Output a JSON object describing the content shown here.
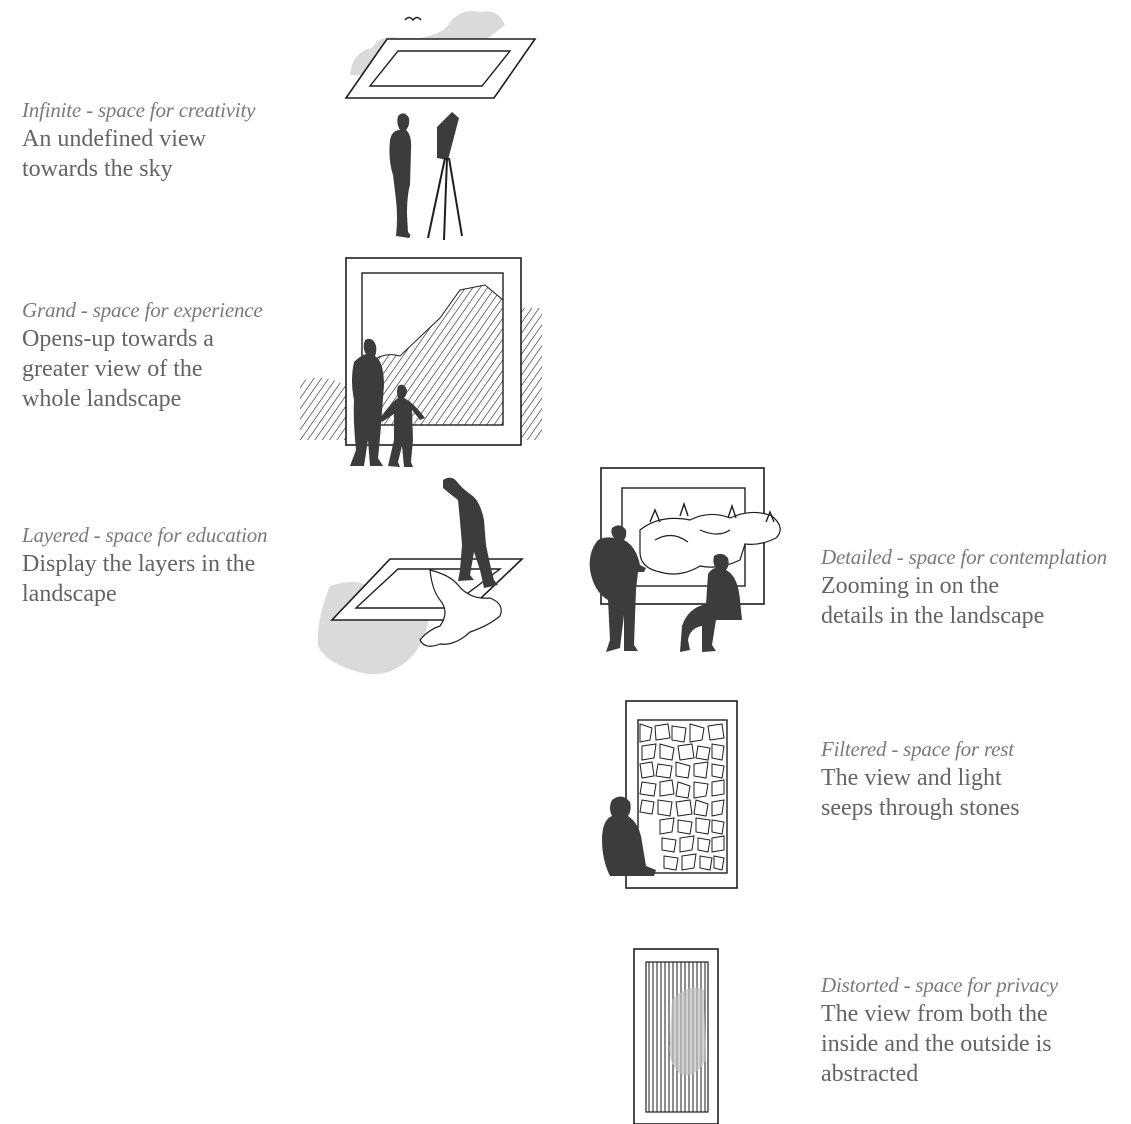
{
  "views": [
    {
      "id": "infinite",
      "title": "Infinite - space for creativity",
      "description": "An undefined view\ntowards the sky"
    },
    {
      "id": "grand",
      "title": "Grand - space for experience",
      "description": "Opens-up towards a\ngreater view of the\nwhole landscape"
    },
    {
      "id": "layered",
      "title": "Layered - space for education",
      "description": "Display the layers in the\nlandscape"
    },
    {
      "id": "detailed",
      "title": "Detailed - space for contemplation",
      "description": "Zooming in on the\ndetails in the landscape"
    },
    {
      "id": "filtered",
      "title": "Filtered - space for rest",
      "description": "The view and light\nseeps through stones"
    },
    {
      "id": "distorted",
      "title": "Distorted - space for privacy",
      "description": "The view from both the\ninside and the outside is\nabstracted"
    }
  ],
  "colors": {
    "ink": "#1e1e1e",
    "silhouette": "#3c3c3c",
    "shade": "#dadada",
    "text": "#646464"
  }
}
